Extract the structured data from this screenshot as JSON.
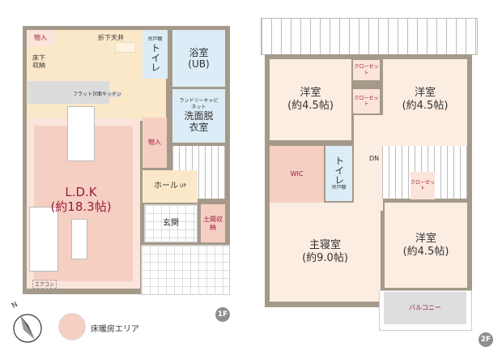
{
  "floor1": {
    "badge": "1F",
    "rooms": {
      "storage_top": "物入",
      "underfloor": "床下収納",
      "ceiling": "折下天井",
      "kitchen": "フラット対面キッチン",
      "toilet": "トイレ",
      "toilet_shelf": "吊戸棚",
      "bath_name": "浴室",
      "bath_type": "(UB)",
      "laundry_cabinet": "ランドリーキャビネット",
      "washroom": "洗面脱衣室",
      "storage_mid": "物入",
      "hall": "ホール",
      "up": "UP",
      "ldk_name": "L.D.K",
      "ldk_size": "(約18.3帖)",
      "entrance": "玄関",
      "doma_storage": "土間収納",
      "aircon": "エアコン"
    }
  },
  "floor2": {
    "badge": "2F",
    "rooms": {
      "room_tl_name": "洋室",
      "room_tl_size": "(約4.5帖)",
      "room_tr_name": "洋室",
      "room_tr_size": "(約4.5帖)",
      "closet1": "クローゼット",
      "closet2": "クローゼット",
      "closet3": "クローゼット",
      "wic": "WIC",
      "toilet": "トイレ",
      "toilet_shelf": "吊戸棚",
      "dn": "DN",
      "master_name": "主寝室",
      "master_size": "(約9.0帖)",
      "room_br_name": "洋室",
      "room_br_size": "(約4.5帖)",
      "balcony": "バルコニー"
    }
  },
  "legend": {
    "north": "N",
    "floor_heating": "床暖房エリア",
    "floor_heating_color": "#f6cfc3"
  }
}
